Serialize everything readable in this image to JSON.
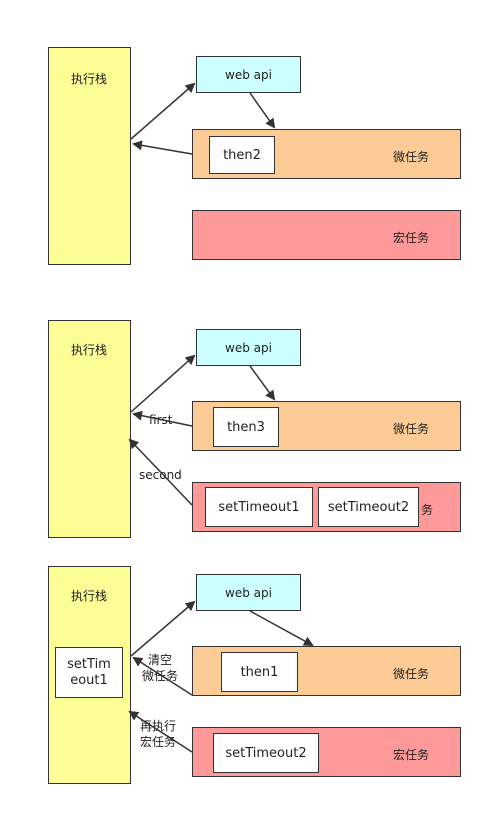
{
  "panels": [
    {
      "stack_label": "执行栈",
      "web_api": "web api",
      "micro_label": "微任务",
      "macro_label": "宏任务",
      "micro_items": [
        "then2"
      ]
    },
    {
      "stack_label": "执行栈",
      "web_api": "web api",
      "micro_label": "微任务",
      "macro_label": "务",
      "micro_items": [
        "then3"
      ],
      "macro_items": [
        "setTimeout1",
        "setTimeout2"
      ],
      "arrow_first": "first",
      "arrow_second": "second"
    },
    {
      "stack_label": "执行栈",
      "web_api": "web api",
      "micro_label": "微任务",
      "macro_label": "宏任务",
      "stack_item": "setTimeout1",
      "micro_items": [
        "then1"
      ],
      "macro_items": [
        "setTimeout2"
      ],
      "arrow_clear": [
        "清空",
        "微任务"
      ],
      "arrow_exec": [
        "再执行",
        "宏任务"
      ]
    }
  ]
}
